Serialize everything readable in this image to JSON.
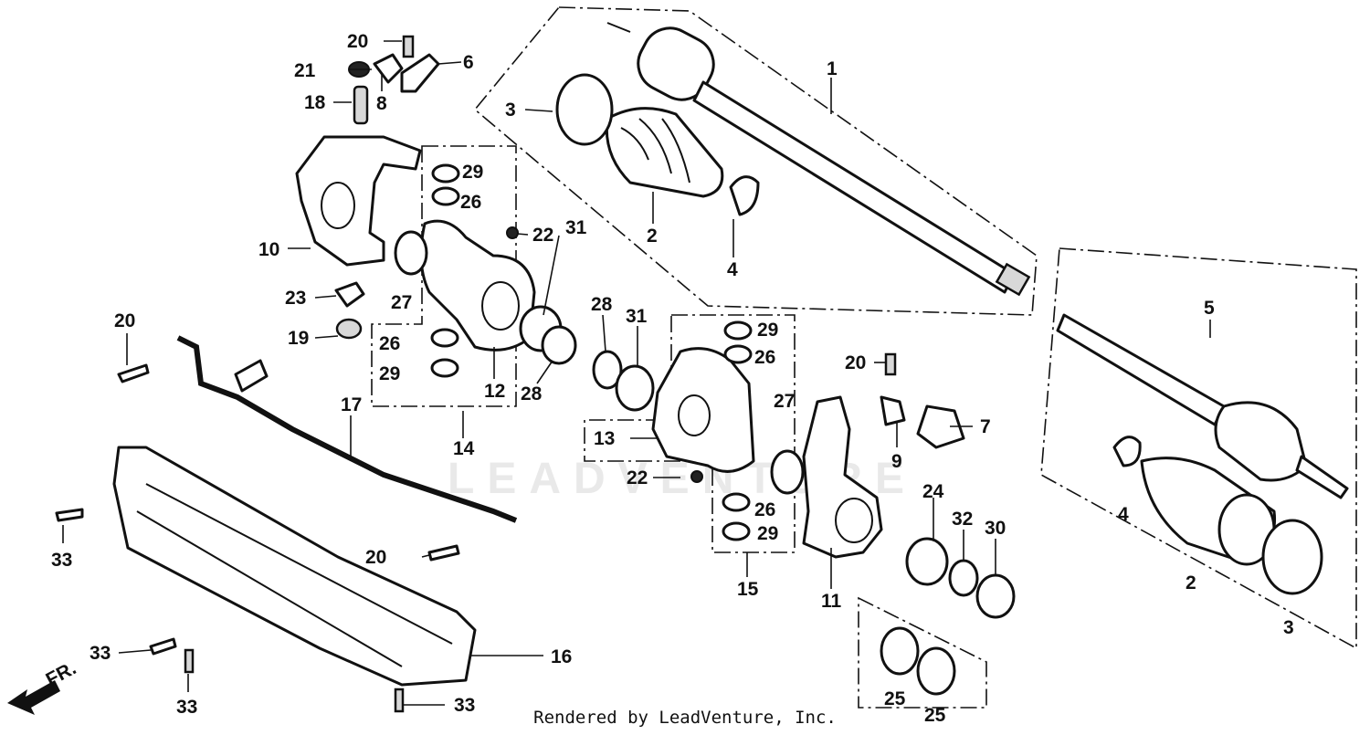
{
  "watermark": "LEADVENTURE",
  "footer": "Rendered by LeadVenture, Inc.",
  "direction_arrow": "FR.",
  "labels": {
    "p1": "1",
    "p2a": "2",
    "p2b": "2",
    "p3a": "3",
    "p3b": "3",
    "p4a": "4",
    "p4b": "4",
    "p5": "5",
    "p6": "6",
    "p7": "7",
    "p8": "8",
    "p9": "9",
    "p10": "10",
    "p11": "11",
    "p12": "12",
    "p13": "13",
    "p14": "14",
    "p15": "15",
    "p16": "16",
    "p17": "17",
    "p18": "18",
    "p19": "19",
    "p20a": "20",
    "p20b": "20",
    "p20c": "20",
    "p20d": "20",
    "p21": "21",
    "p22a": "22",
    "p22b": "22",
    "p23": "23",
    "p24": "24",
    "p25a": "25",
    "p25b": "25",
    "p26a": "26",
    "p26b": "26",
    "p26c": "26",
    "p26d": "26",
    "p27a": "27",
    "p27b": "27",
    "p28a": "28",
    "p28b": "28",
    "p29a": "29",
    "p29b": "29",
    "p29c": "29",
    "p29d": "29",
    "p30": "30",
    "p31a": "31",
    "p31b": "31",
    "p32": "32",
    "p33a": "33",
    "p33b": "33",
    "p33c": "33",
    "p33d": "33"
  }
}
